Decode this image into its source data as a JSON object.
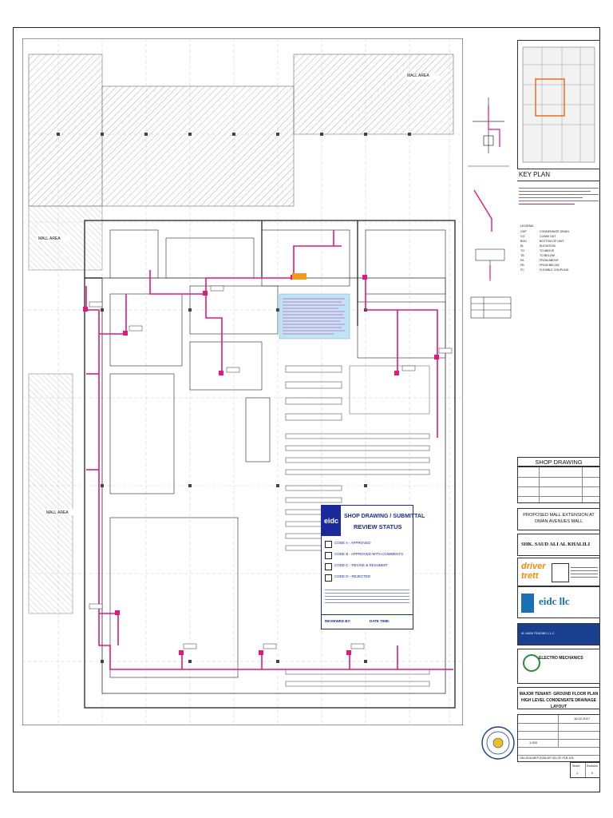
{
  "plan": {
    "area_labels": [
      "MALL AREA",
      "MALL AREA",
      "MALL AREA"
    ],
    "legend_note_lines": 12
  },
  "stamp": {
    "logo": "eidc",
    "title_line1": "SHOP DRAWING / SUBMITTAL",
    "title_line2": "REVIEW STATUS",
    "options": [
      "CODE A - APPROVED",
      "CODE B - APPROVED WITH COMMENTS",
      "CODE C - REVISE & RESUBMIT",
      "CODE D - REJECTED"
    ],
    "reviewed_by_label": "REVIEWED BY:",
    "date_time_label": "DATE TIME:"
  },
  "right_panel": {
    "key_plan_label": "KEY PLAN",
    "legend_label": "LEGEND",
    "legend_items": [
      [
        "CDP",
        "CONDENSATE DRAIN"
      ],
      [
        "CO",
        "CLEAN OUT"
      ],
      [
        "BOU",
        "BOTTOM OF UNIT"
      ],
      [
        "EL",
        "ELEVATION"
      ],
      [
        "TO",
        "TO ABOVE"
      ],
      [
        "TB",
        "TO BELOW"
      ],
      [
        "FA",
        "FROM ABOVE"
      ],
      [
        "FB",
        "FROM BELOW"
      ],
      [
        "FC",
        "FLEXIBLE COUPLING"
      ]
    ]
  },
  "title_block": {
    "shop_drawing_label": "SHOP DRAWING",
    "project_name": "PROPOSED MALL EXTENSION AT OMAN AVENUES MALL",
    "client": "SHK. SAUD ALI AL KHALILI",
    "consultant": "driver trett",
    "contractor": "eidc llc",
    "subcontractor": "AL NABA TRADING L.L.C",
    "mep_contractor": "ELECTRO MECHANICS",
    "drawing_title": "MAJOR TENANT- GROUND FLOOR PLAN HIGH LEVEL CONDENSATE DRAINAGE LAYOUT",
    "date_value": "16.02.2017",
    "scale_value": "1:200",
    "drawing_number": "OM-2016-MEP-EOM-WT-SD-GF-PLB-105",
    "sheet_label": "Sheet",
    "revision_label": "Revision",
    "sheet_value": "1",
    "revision_value": "0"
  },
  "colors": {
    "drainage": "#e0197d",
    "stamp_blue": "#1a2a9a",
    "note_box": "#bfe4f6"
  }
}
